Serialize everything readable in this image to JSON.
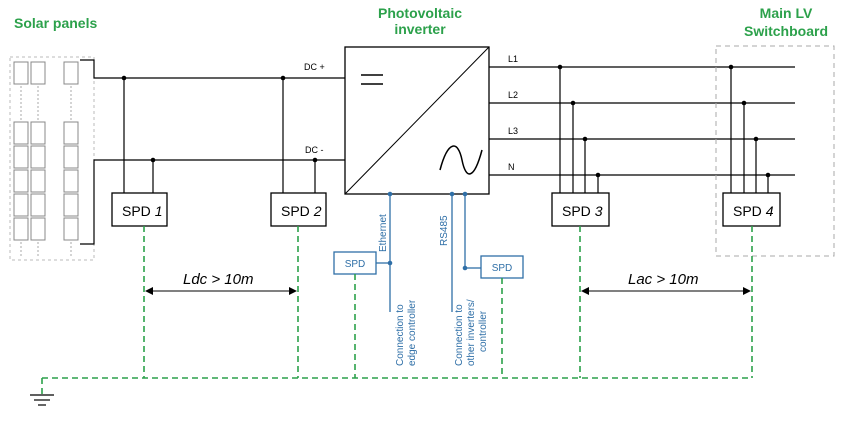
{
  "titles": {
    "solar_panels": "Solar panels",
    "inverter_line1": "Photovoltaic",
    "inverter_line2": "inverter",
    "switchboard_line1": "Main LV",
    "switchboard_line2": "Switchboard"
  },
  "dc_labels": {
    "plus": "DC +",
    "minus": "DC -"
  },
  "ac_labels": {
    "l1": "L1",
    "l2": "L2",
    "l3": "L3",
    "n": "N"
  },
  "spds": {
    "spd1": {
      "prefix": "SPD ",
      "num": "1"
    },
    "spd2": {
      "prefix": "SPD ",
      "num": "2"
    },
    "spd3": {
      "prefix": "SPD ",
      "num": "3"
    },
    "spd4": {
      "prefix": "SPD ",
      "num": "4"
    },
    "comm_left": "SPD",
    "comm_right": "SPD"
  },
  "comm": {
    "ethernet": "Ethernet",
    "rs485": "RS485",
    "edge_line1": "Connection to",
    "edge_line2": "edge controller",
    "other_line1": "Connection to",
    "other_line2": "other inverters/",
    "other_line3": "controller"
  },
  "distances": {
    "ldc": "Ldc > 10m",
    "lac": "Lac > 10m"
  },
  "colors": {
    "title_green": "#2ca14b",
    "earth_green": "#2ca14b",
    "comm_blue": "#2f6fa7"
  }
}
